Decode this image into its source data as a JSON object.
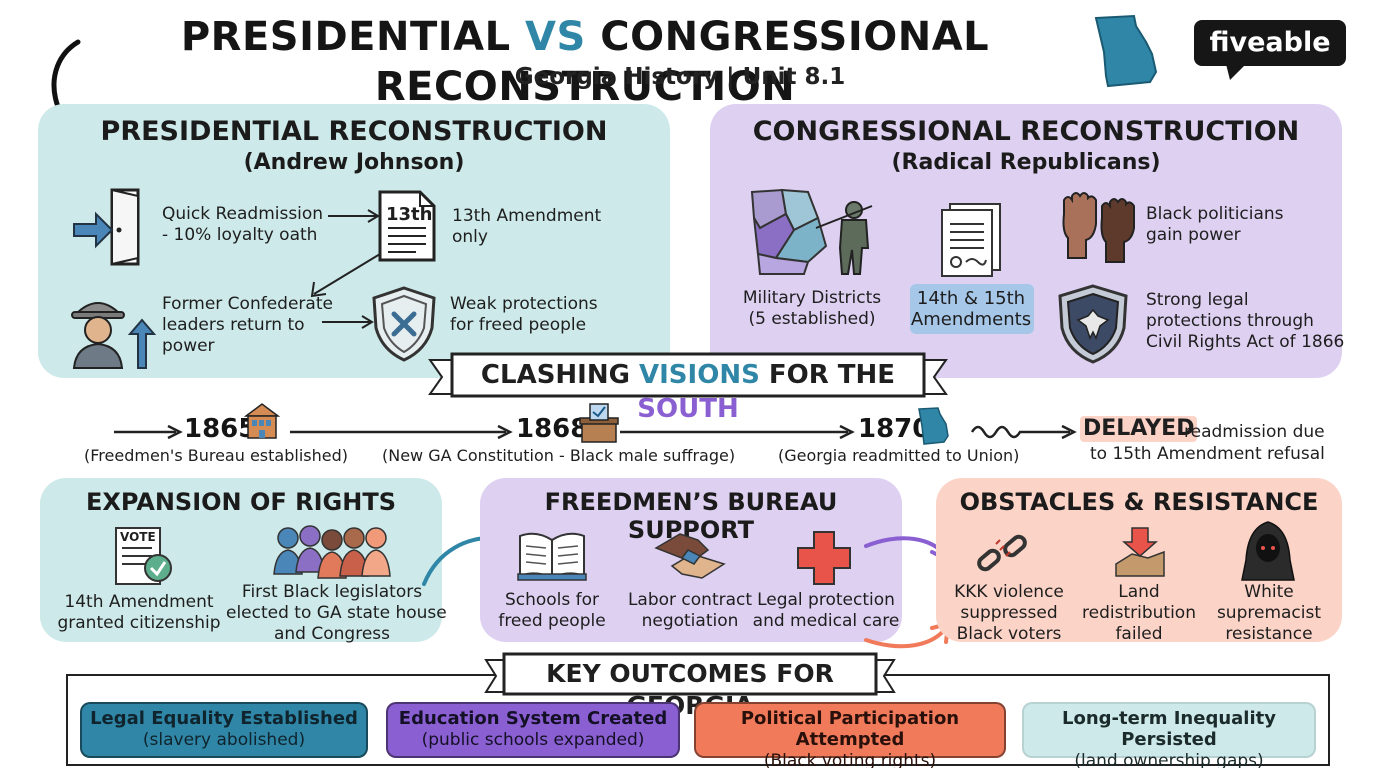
{
  "header": {
    "title_left": "PRESIDENTIAL",
    "title_vs": "VS",
    "title_right": "CONGRESSIONAL RECONSTRUCTION",
    "subtitle": "Georgia History | Unit 8.1",
    "logo": "fiveable"
  },
  "presidential": {
    "title": "PRESIDENTIAL RECONSTRUCTION",
    "subtitle": "(Andrew Johnson)",
    "items": [
      {
        "label": "Quick Readmission\n- 10% loyalty oath",
        "icon": "door-icon"
      },
      {
        "label": "13th Amendment\nonly",
        "icon": "document-icon",
        "badge": "13th"
      },
      {
        "label": "Former Confederate\nleaders return to\npower",
        "icon": "confederate-officer-icon"
      },
      {
        "label": "Weak protections\nfor freed people",
        "icon": "broken-shield-icon"
      }
    ]
  },
  "congressional": {
    "title": "CONGRESSIONAL RECONSTRUCTION",
    "subtitle": "(Radical Republicans)",
    "items": [
      {
        "label": "Military Districts\n(5 established)",
        "icon": "district-map-icon"
      },
      {
        "label": "14th & 15th\nAmendments",
        "icon": "documents-icon"
      },
      {
        "label": "Black politicians\ngain power",
        "icon": "raised-fists-icon"
      },
      {
        "label": "Strong legal\nprotections through\nCivil Rights Act of 1866",
        "icon": "eagle-shield-icon"
      }
    ]
  },
  "banner": {
    "part1": "CLASHING",
    "part2": "VISIONS",
    "part3": "FOR THE",
    "part4": "SOUTH"
  },
  "timeline": {
    "events": [
      {
        "year": "1865",
        "desc": "(Freedmen's Bureau established)",
        "icon": "building-icon"
      },
      {
        "year": "1868",
        "desc": "(New GA Constitution - Black male suffrage)",
        "icon": "ballot-box-icon"
      },
      {
        "year": "1870",
        "desc": "(Georgia readmitted to Union)",
        "icon": "georgia-icon"
      }
    ],
    "delayed_word": "DELAYED",
    "delayed_rest": "readmission due",
    "delayed_line2": "to 15th Amendment refusal"
  },
  "rights": {
    "title": "EXPANSION OF RIGHTS",
    "items": [
      {
        "label": "14th Amendment\ngranted citizenship",
        "icon": "vote-checklist-icon",
        "badge": "VOTE"
      },
      {
        "label": "First Black legislators\nelected to GA state house\nand Congress",
        "icon": "people-group-icon"
      }
    ]
  },
  "bureau": {
    "title": "FREEDMEN’S BUREAU SUPPORT",
    "items": [
      {
        "label": "Schools for\nfreed people",
        "icon": "book-icon"
      },
      {
        "label": "Labor contract\nnegotiation",
        "icon": "handshake-icon"
      },
      {
        "label": "Legal protection\nand medical care",
        "icon": "medical-cross-icon"
      }
    ]
  },
  "obstacles": {
    "title": "OBSTACLES & RESISTANCE",
    "items": [
      {
        "label": "KKK violence\nsuppressed\nBlack voters",
        "icon": "broken-chain-icon"
      },
      {
        "label": "Land\nredistribution\nfailed",
        "icon": "land-arrow-icon"
      },
      {
        "label": "White\nsupremacist\nresistance",
        "icon": "hooded-figure-icon"
      }
    ]
  },
  "outcomes": {
    "title": "KEY OUTCOMES FOR GEORGIA",
    "items": [
      {
        "main": "Legal Equality Established",
        "sub": "(slavery abolished)"
      },
      {
        "main": "Education System Created",
        "sub": "(public schools expanded)"
      },
      {
        "main": "Political Participation Attempted",
        "sub": "(Black voting rights)"
      },
      {
        "main": "Long-term Inequality Persisted",
        "sub": "(land ownership gaps)"
      }
    ]
  },
  "colors": {
    "presidential_panel": "#cde9e9",
    "congressional_panel": "#ddd0f1",
    "rights_panel": "#cde9e9",
    "bureau_panel": "#ddd0f1",
    "obstacles_panel": "#fbd3c7",
    "teal": "#2f86a6",
    "purple": "#8a5fd1",
    "orange": "#f07a5a"
  }
}
